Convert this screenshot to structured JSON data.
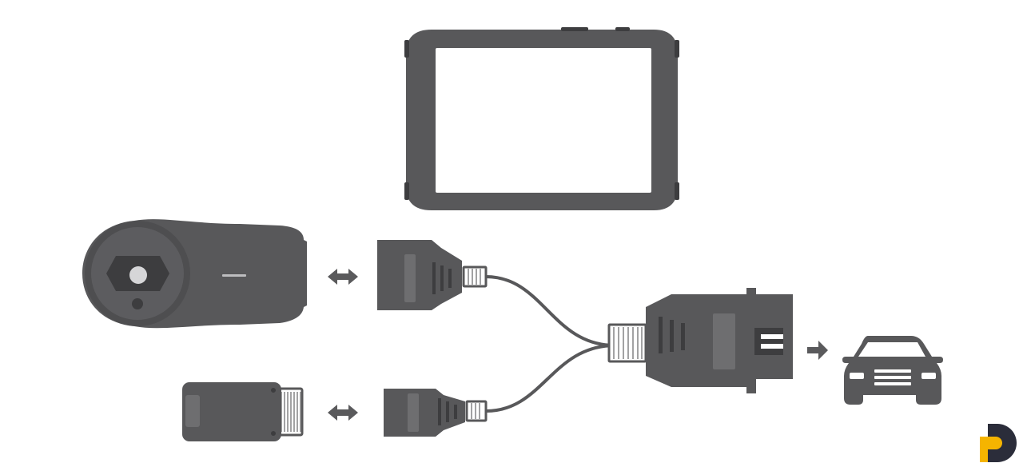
{
  "diagram": {
    "nodes": [
      {
        "id": "tablet",
        "icon": "tablet-icon"
      },
      {
        "id": "vci-dongle",
        "icon": "vci-dongle-icon"
      },
      {
        "id": "card-module",
        "icon": "card-module-icon"
      },
      {
        "id": "obd-connector-upper",
        "icon": "obd-connector-icon"
      },
      {
        "id": "obd-connector-lower",
        "icon": "obd-connector-icon"
      },
      {
        "id": "obd-main-connector",
        "icon": "obd-main-connector-icon"
      },
      {
        "id": "car",
        "icon": "car-icon"
      }
    ],
    "edges": [
      {
        "from": "vci-dongle",
        "to": "obd-connector-upper",
        "arrow": "double"
      },
      {
        "from": "card-module",
        "to": "obd-connector-lower",
        "arrow": "double"
      },
      {
        "from": "obd-connector-upper",
        "to": "obd-main-connector",
        "arrow": "none"
      },
      {
        "from": "obd-connector-lower",
        "to": "obd-main-connector",
        "arrow": "none"
      },
      {
        "from": "obd-main-connector",
        "to": "car",
        "arrow": "single"
      }
    ],
    "logo": {
      "icon": "brand-logo-icon"
    }
  },
  "colors": {
    "device": "#58585a",
    "device_light": "#6e6e70",
    "device_dark": "#3d3d3f",
    "screen": "#ffffff",
    "arrow": "#5a5a5c",
    "pin": "#8a8a8c",
    "logo_dark": "#2b2d3a",
    "logo_accent": "#f5b400"
  }
}
